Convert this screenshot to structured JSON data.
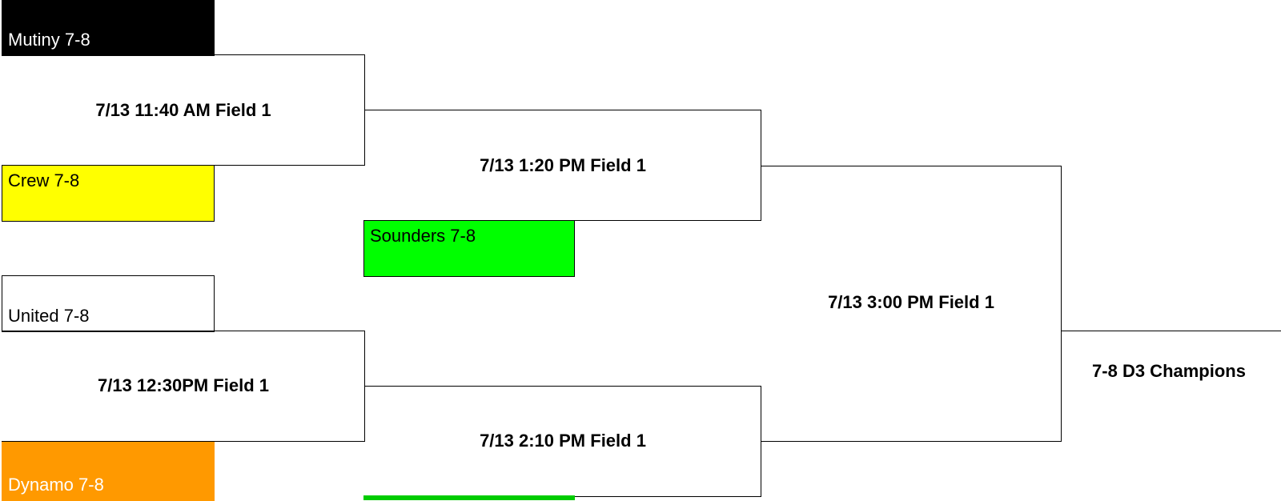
{
  "colors": {
    "mutiny": "#000000",
    "crew": "#ffff00",
    "sounders": "#00ff00",
    "united": "#ffffff",
    "dynamo": "#ff9900",
    "line": "#000000"
  },
  "teams": {
    "mutiny": "Mutiny 7-8",
    "crew": "Crew 7-8",
    "sounders": "Sounders 7-8",
    "united": "United 7-8",
    "dynamo": "Dynamo 7-8"
  },
  "games": {
    "game1": "7/13 11:40 AM Field 1",
    "game2": "7/13 12:30PM Field 1",
    "game3": "7/13 1:20 PM Field 1",
    "game4": "7/13 2:10 PM Field 1",
    "final": "7/13 3:00 PM Field 1"
  },
  "champion": "7-8 D3 Champions"
}
